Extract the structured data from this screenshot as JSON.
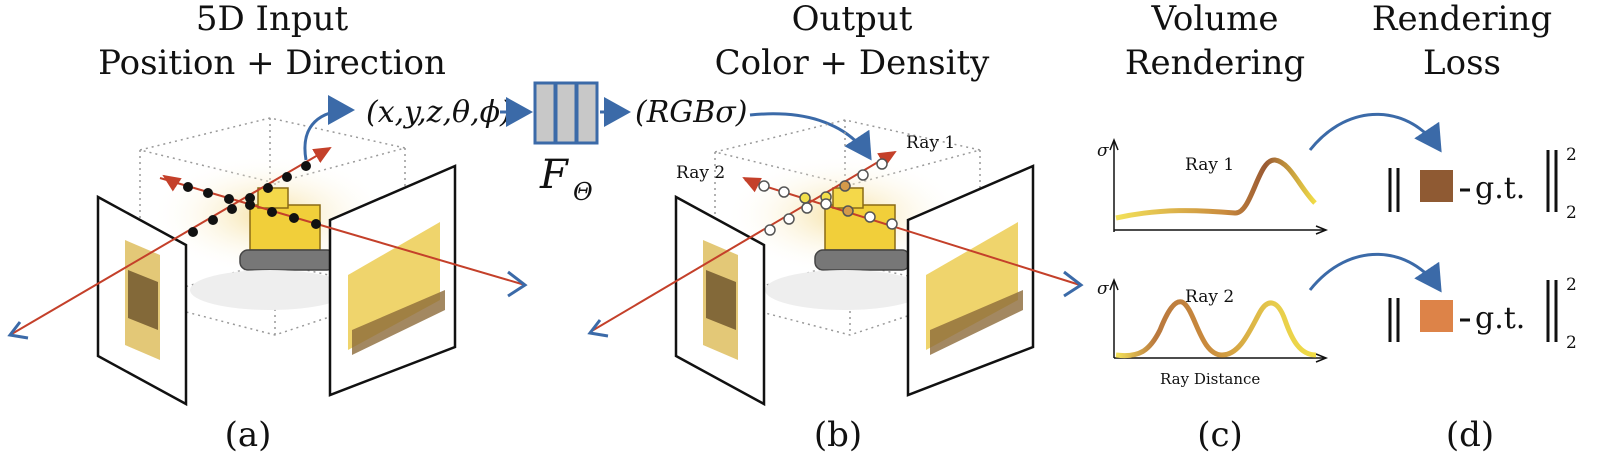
{
  "panels": {
    "a": {
      "title_line1": "5D Input",
      "title_line2": "Position + Direction",
      "label": "(a)",
      "input_tuple": "(x,y,z,θ,ϕ)"
    },
    "network": {
      "symbol": "F",
      "subscript": "Θ"
    },
    "b": {
      "title_line1": "Output",
      "title_line2": "Color + Density",
      "label": "(b)",
      "output_tuple": "(RGBσ)",
      "ray1": "Ray 1",
      "ray2": "Ray 2"
    },
    "c": {
      "title_line1": "Volume",
      "title_line2": "Rendering",
      "label": "(c)",
      "plot1_title": "Ray 1",
      "plot2_title": "Ray 2",
      "y_axis": "σ",
      "x_axis": "Ray Distance"
    },
    "d": {
      "title_line1": "Rendering",
      "title_line2": "Loss",
      "label": "(d)",
      "gt": "g.t.",
      "sup": "2",
      "sub": "2"
    }
  },
  "colors": {
    "ray": "#c4402a",
    "arrow_blue": "#3b6aa8",
    "network_fill": "#c8c8c8",
    "network_stroke": "#3b6aa8",
    "swatch1": "#8f5a33",
    "swatch2": "#dd8348",
    "curve_start": "#f2df4a",
    "curve_mid": "#c98a3d",
    "curve_peak": "#9a5a33"
  }
}
